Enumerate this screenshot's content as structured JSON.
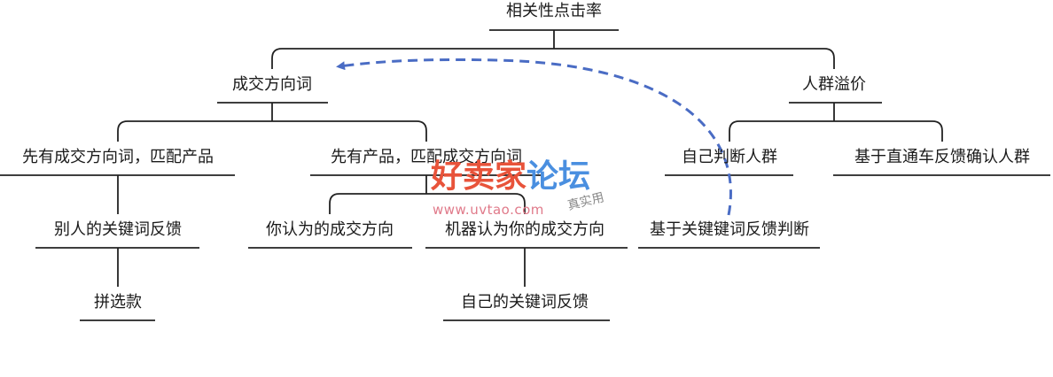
{
  "nodes": {
    "root": "相关性点击率",
    "l1_left": "成交方向词",
    "l1_right": "人群溢价",
    "l2_a": "先有成交方向词，匹配产品",
    "l2_b": "先有产品，匹配成交方向词",
    "l2_c": "自己判断人群",
    "l2_d": "基于直通车反馈确认人群",
    "l3_a": "别人的关键词反馈",
    "l3_b1": "你认为的成交方向",
    "l3_b2": "机器认为你的成交方向",
    "l3_c": "基于关键键词反馈判断",
    "l4_a": "拼选款",
    "l4_b": "自己的关键词反馈"
  },
  "watermark": {
    "brand_part1": "好卖家",
    "brand_part2": "论坛",
    "url": "www.uvtao.com",
    "tag": "真实用"
  },
  "colors": {
    "line": "#222222",
    "arrow": "#4a6cc4",
    "text": "#1a1a1a"
  }
}
